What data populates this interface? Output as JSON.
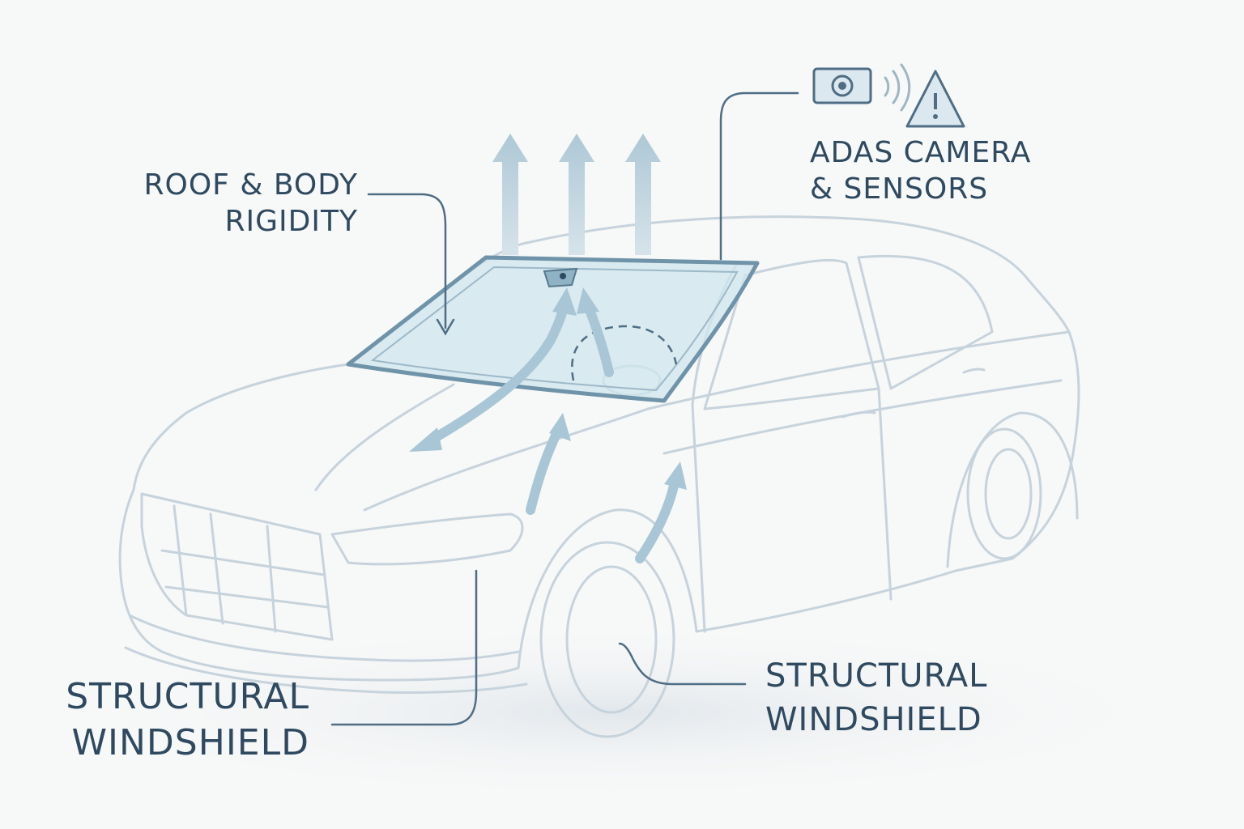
{
  "labels": {
    "roof_rigidity": {
      "line1": "ROOF & BODY",
      "line2": "RIGIDITY"
    },
    "adas": {
      "line1": "ADAS CAMERA",
      "line2": "& SENSORS"
    },
    "structural_left": {
      "line1": "STRUCTURAL",
      "line2": "WINDSHIELD"
    },
    "structural_right": {
      "line1": "STRUCTURAL",
      "line2": "WINDSHIELD"
    }
  },
  "icons": [
    "camera-icon",
    "signal-waves-icon",
    "warning-triangle-icon"
  ],
  "colors": {
    "text": "#2f4a60",
    "leader": "#4f6d84",
    "car_outline": "#c7d3dc",
    "glass_fill": "#cfe5ee",
    "glass_stroke": "#7d9fb2",
    "arrow": "#a9c6d6"
  }
}
